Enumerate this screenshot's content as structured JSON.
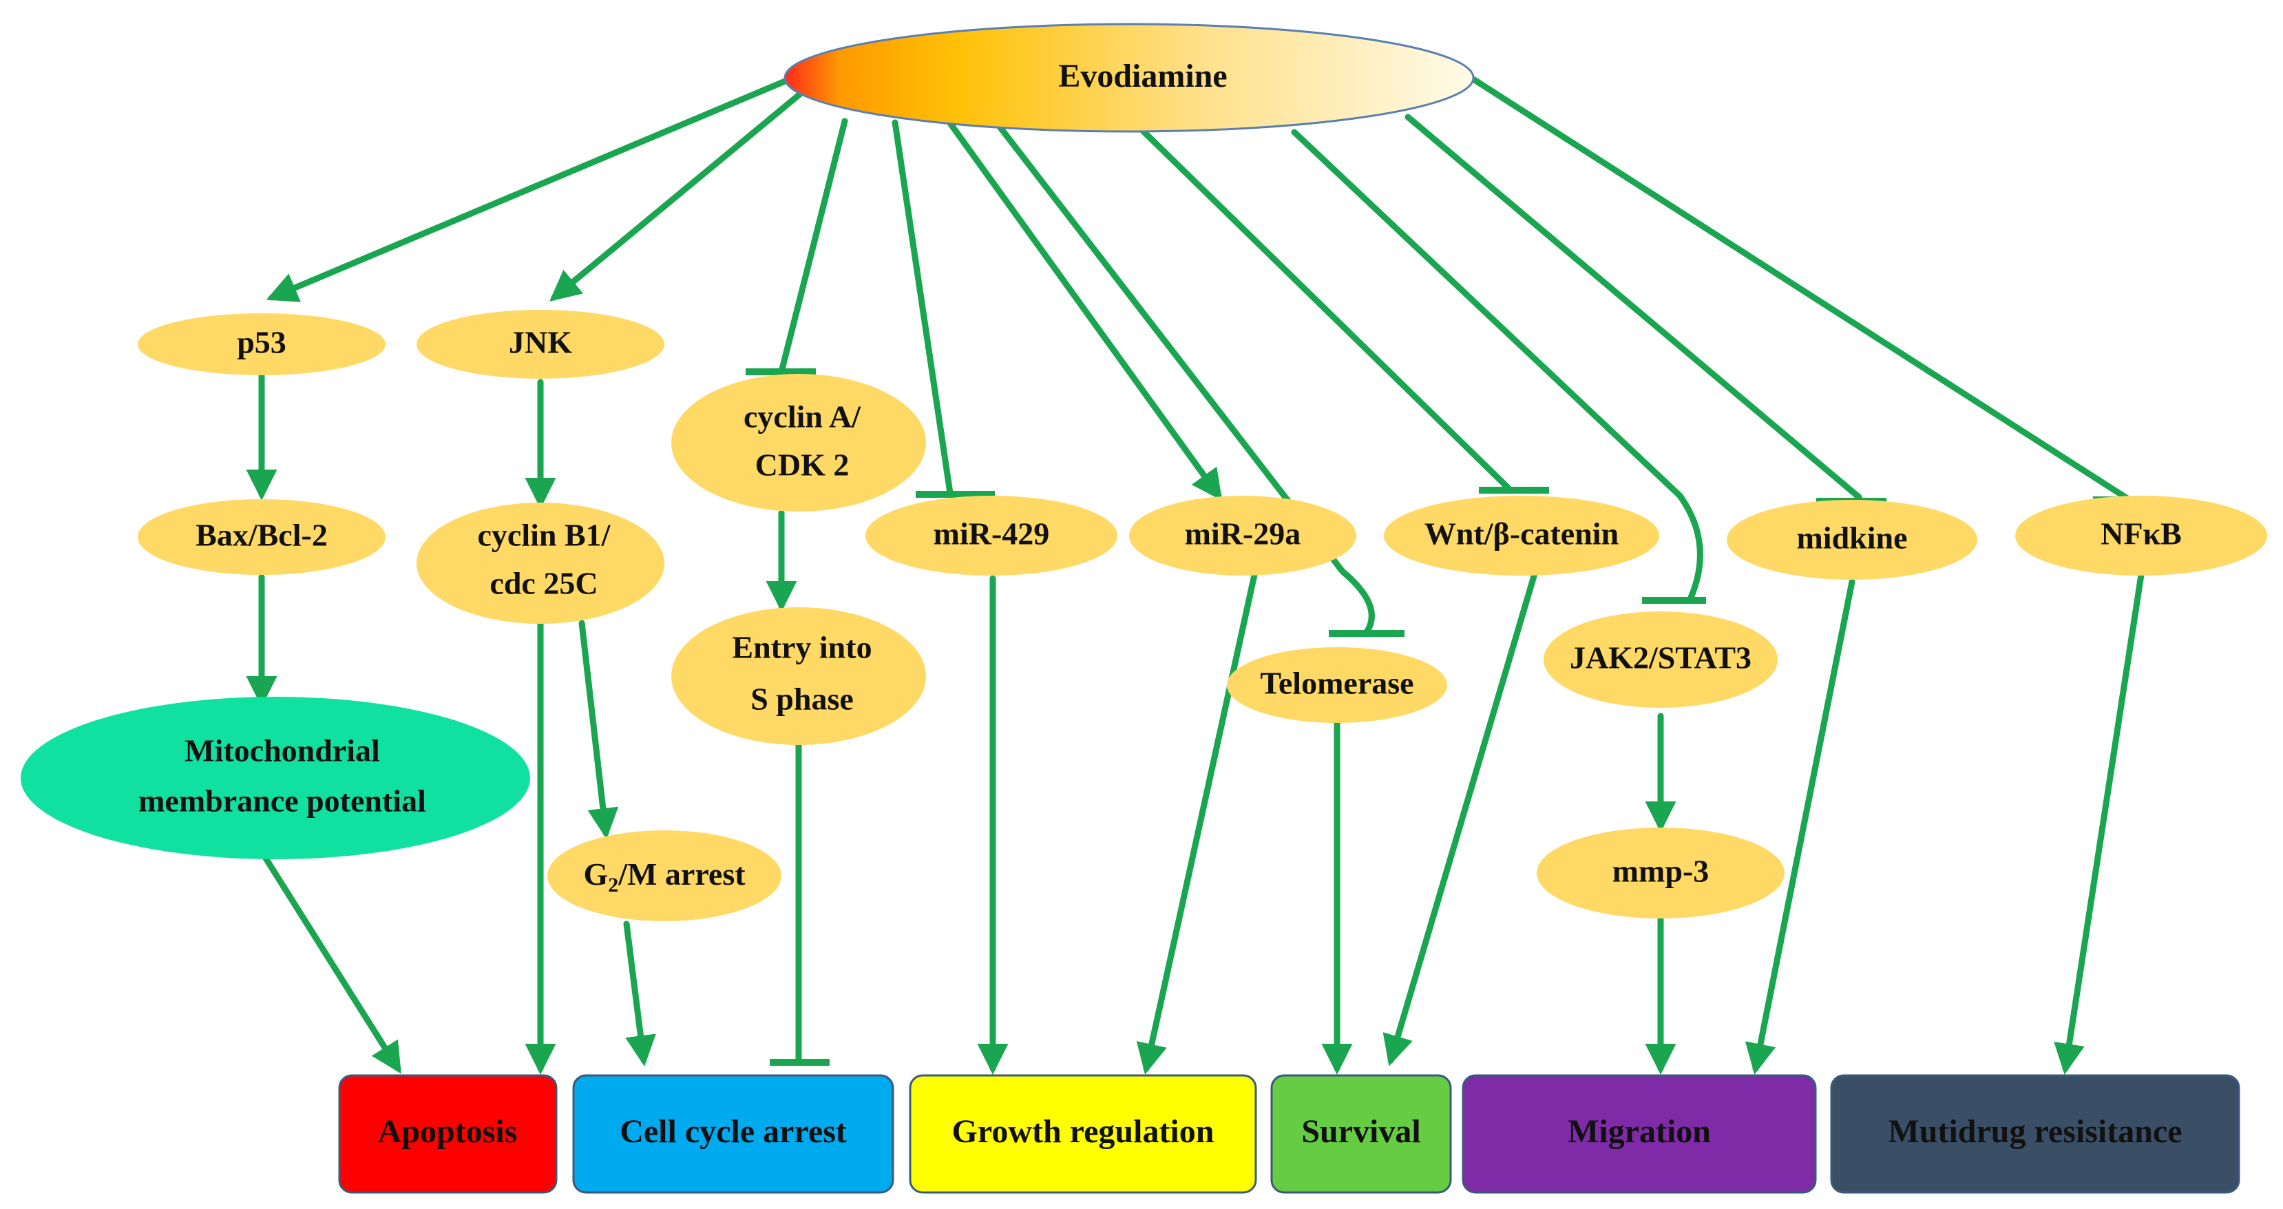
{
  "source": {
    "label": "Evodiamine"
  },
  "nodes": {
    "p53": "p53",
    "jnk": "JNK",
    "cyclin_a_1": "cyclin A/",
    "cyclin_a_2": "CDK 2",
    "bax": "Bax/Bcl-2",
    "cyclin_b1_1": "cyclin B1/",
    "cyclin_b1_2": "cdc 25C",
    "mir429": "miR-429",
    "mir29a": "miR-29a",
    "wnt": "Wnt/β-catenin",
    "midkine": "midkine",
    "nfkb": "NFκB",
    "entry_s_1": "Entry into",
    "entry_s_2": "S phase",
    "telomerase": "Telomerase",
    "jak2": "JAK2/STAT3",
    "mito_1": "Mitochondrial",
    "mito_2": "membrance potential",
    "g2m_g": "G",
    "g2m_sub": "2",
    "g2m_rest": "/M arrest",
    "mmp3": "mmp-3"
  },
  "outcomes": [
    {
      "key": "apoptosis",
      "label": "Apoptosis",
      "color": "#ff0000",
      "text_color": "#ffffff"
    },
    {
      "key": "cell_cycle",
      "label": "Cell cycle arrest",
      "color": "#00aaee",
      "text_color": "#111111"
    },
    {
      "key": "growth",
      "label": "Growth regulation",
      "color": "#ffff00",
      "text_color": "#111111"
    },
    {
      "key": "survival",
      "label": "Survival",
      "color": "#66cc44",
      "text_color": "#111111"
    },
    {
      "key": "migration",
      "label": "Migration",
      "color": "#7f2aa6",
      "text_color": "#111111"
    },
    {
      "key": "mdr",
      "label": "Mutidrug resisitance",
      "color": "#3a4f66",
      "text_color": "#111111"
    }
  ],
  "colors": {
    "arrow": "#1aa550",
    "node_fill": "#ffd966",
    "mito_fill": "#10e0a0",
    "source_gradient": [
      "#ff2a1a",
      "#ffb300",
      "#ffd966",
      "#fffbe8"
    ]
  }
}
